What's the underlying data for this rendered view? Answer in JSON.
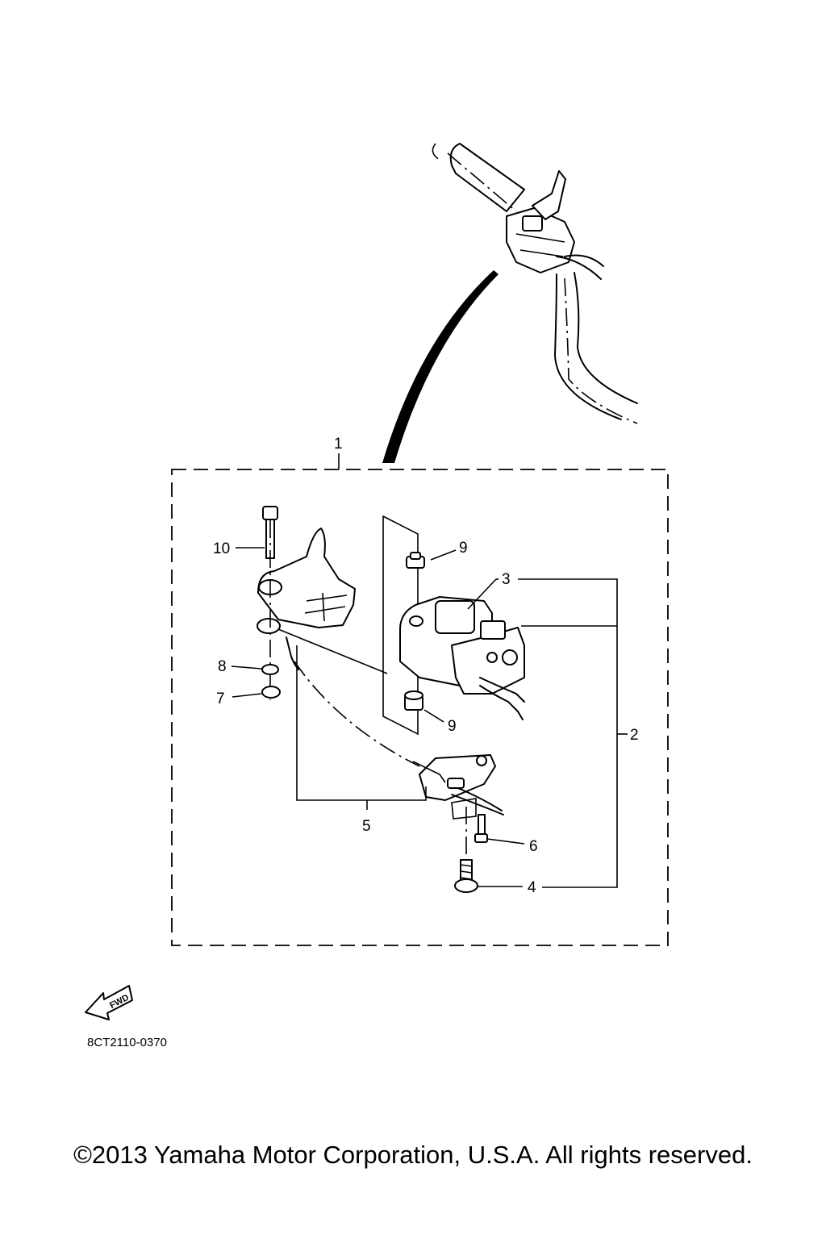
{
  "callouts": {
    "c1": "1",
    "c2": "2",
    "c3": "3",
    "c4": "4",
    "c5": "5",
    "c6": "6",
    "c7": "7",
    "c8": "8",
    "c9a": "9",
    "c9b": "9",
    "c10": "10"
  },
  "fwd_label": "FWD",
  "diagram_code": "8CT2110-0370",
  "copyright": "©2013 Yamaha Motor Corporation, U.S.A. All rights reserved."
}
